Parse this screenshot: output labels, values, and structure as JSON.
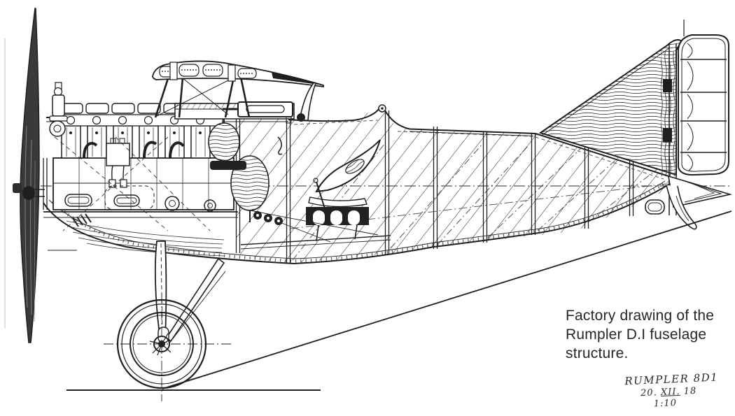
{
  "page": {
    "paper_color": "#ffffff",
    "ink_color": "#1f1f1f",
    "caption_color": "#262626"
  },
  "caption": {
    "lines": [
      "Factory drawing of the",
      "Rumpler D.I fuselage",
      "structure."
    ]
  },
  "handwritten": {
    "title": "RUMPLER 8D1",
    "date_day": "20.",
    "date_month": "XII.",
    "date_year": "18",
    "scale": "1:10"
  }
}
